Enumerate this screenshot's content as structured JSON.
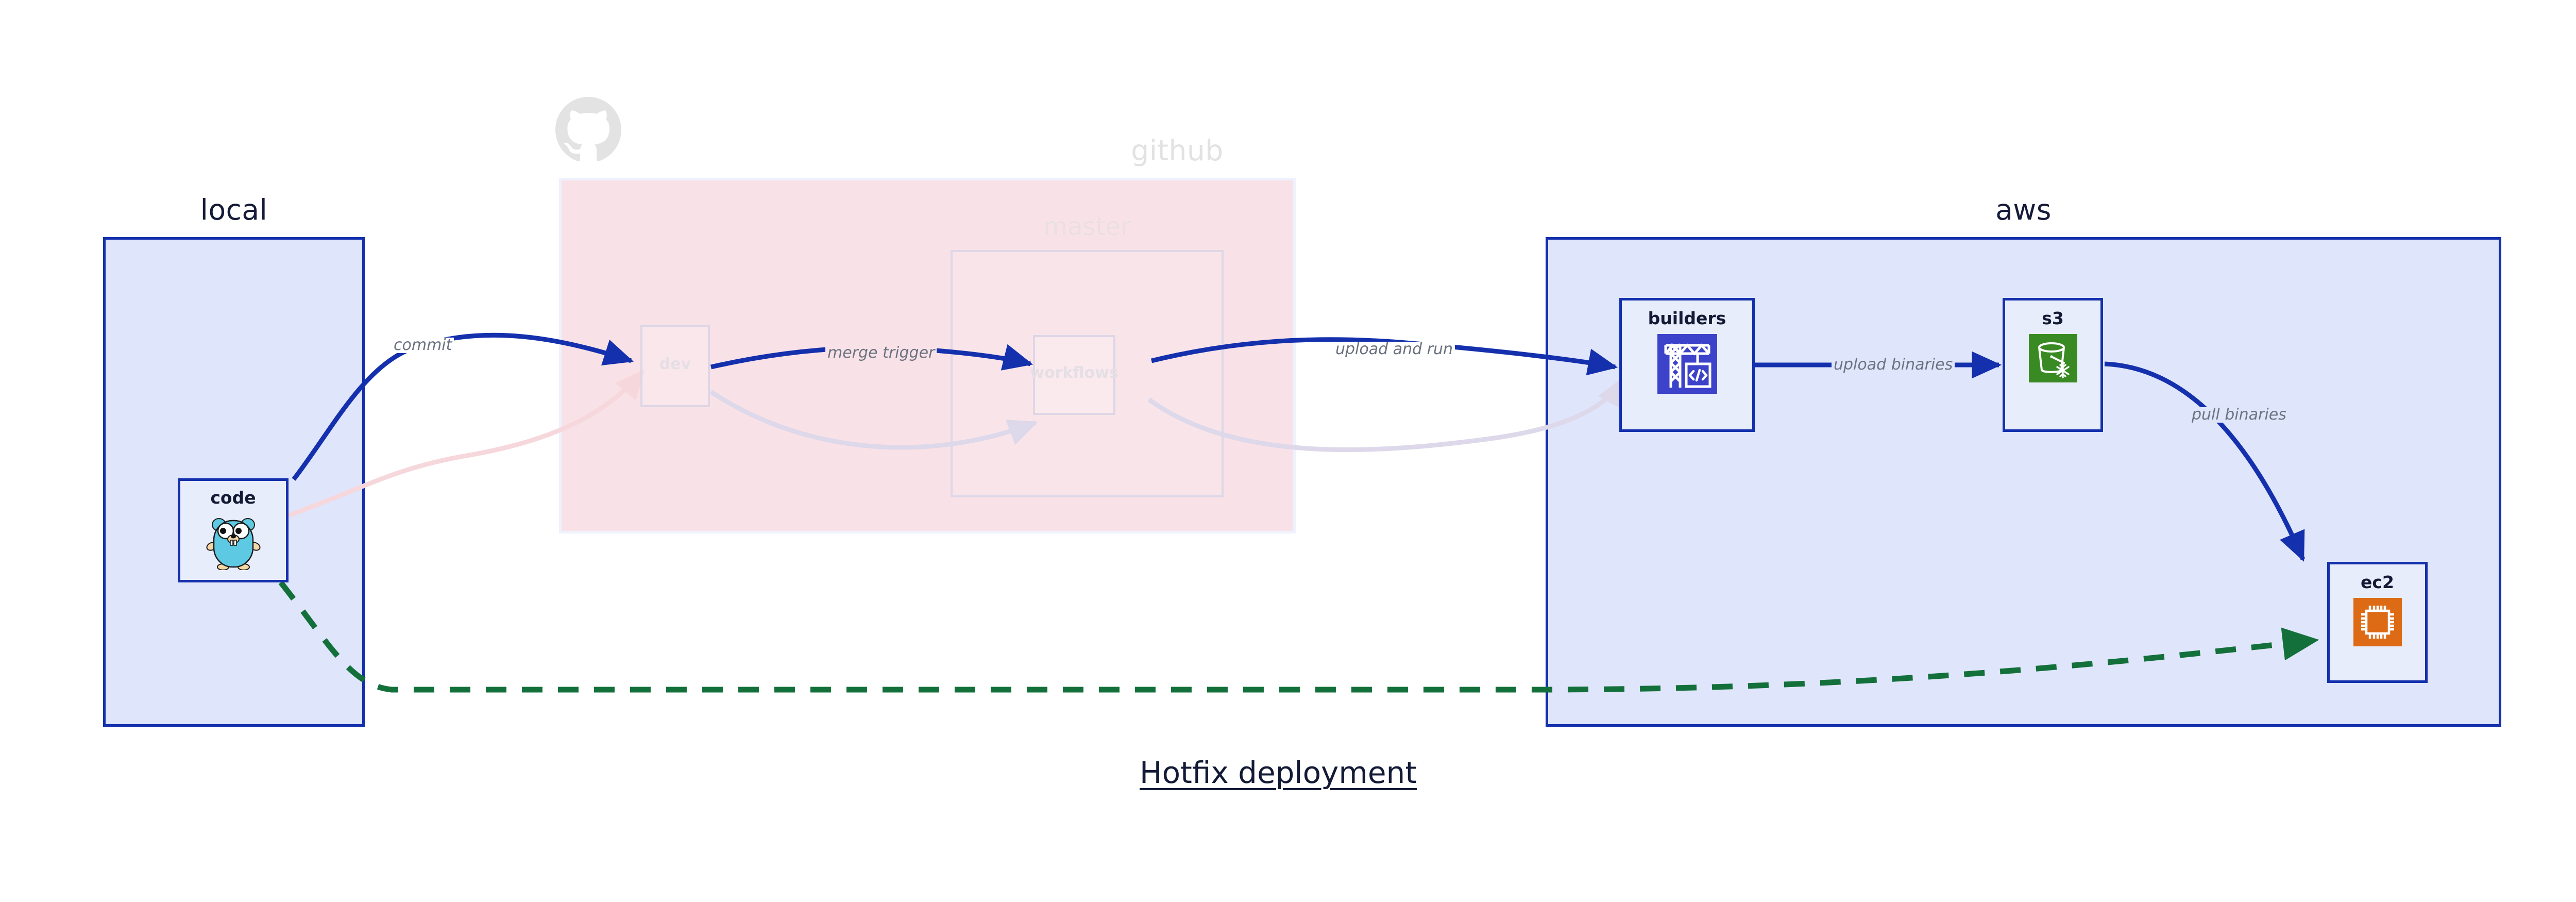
{
  "diagram": {
    "caption": "Hotfix deployment",
    "accent_blue": "#1430ad",
    "group_fill_blue": "#dfe5fb",
    "group_fill_pink": "#f9e2e7",
    "node_fill": "#e8edfb",
    "edge_label_color": "#6b7280",
    "dashed_green": "#13703a",
    "ghost_color": "#e2e2e2"
  },
  "groups": [
    {
      "id": "local",
      "title": "local",
      "state": "solid"
    },
    {
      "id": "github",
      "title": "github",
      "state": "faded"
    },
    {
      "id": "aws",
      "title": "aws",
      "state": "solid"
    }
  ],
  "github_inner": {
    "frame_title": "master"
  },
  "nodes": [
    {
      "id": "code",
      "label": "code",
      "icon": "go-gopher-icon",
      "state": "solid",
      "group": "local"
    },
    {
      "id": "dev",
      "label": "dev",
      "icon": "none",
      "state": "ghost",
      "group": "github"
    },
    {
      "id": "workflows",
      "label": "workflows",
      "icon": "none",
      "state": "ghost",
      "group": "github"
    },
    {
      "id": "builders",
      "label": "builders",
      "icon": "aws-codebuild-icon",
      "state": "solid",
      "group": "aws"
    },
    {
      "id": "s3",
      "label": "s3",
      "icon": "aws-s3-glacier-icon",
      "state": "solid",
      "group": "aws"
    },
    {
      "id": "ec2",
      "label": "ec2",
      "icon": "aws-ec2-icon",
      "state": "solid",
      "group": "aws"
    }
  ],
  "edges": [
    {
      "id": "commit",
      "label": "commit",
      "from": "code",
      "to": "dev",
      "style": "solid-blue",
      "state": "active"
    },
    {
      "id": "merge-trigger",
      "label": "merge trigger",
      "from": "dev",
      "to": "workflows",
      "style": "solid-blue",
      "state": "active"
    },
    {
      "id": "upload-and-run",
      "label": "upload and run",
      "from": "workflows",
      "to": "builders",
      "style": "solid-blue",
      "state": "active"
    },
    {
      "id": "upload-binaries",
      "label": "upload binaries",
      "from": "builders",
      "to": "s3",
      "style": "solid-blue",
      "state": "active"
    },
    {
      "id": "pull-binaries",
      "label": "pull binaries",
      "from": "s3",
      "to": "ec2",
      "style": "solid-blue",
      "state": "active"
    },
    {
      "id": "hotfix-path",
      "label": "",
      "from": "code",
      "to": "ec2",
      "style": "dashed-green",
      "state": "active"
    },
    {
      "id": "ghost-code-dev",
      "label": "",
      "from": "code",
      "to": "dev",
      "style": "faded-pink",
      "state": "inactive"
    },
    {
      "id": "ghost-dev-wf",
      "label": "",
      "from": "dev",
      "to": "workflows",
      "style": "faded-violet",
      "state": "inactive"
    },
    {
      "id": "ghost-wf-build",
      "label": "",
      "from": "workflows",
      "to": "builders",
      "style": "faded-violet",
      "state": "inactive"
    }
  ],
  "icons": {
    "github_watermark": "github-octocat-icon"
  }
}
